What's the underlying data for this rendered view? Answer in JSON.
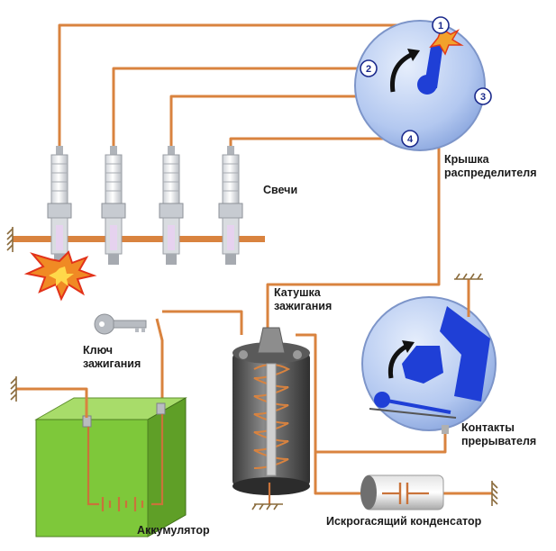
{
  "labels": {
    "distributor_cap": [
      "Крышка",
      "распределителя"
    ],
    "spark_plugs": "Свечи",
    "ignition_coil": [
      "Катушка",
      "зажигания"
    ],
    "ignition_key": [
      "Ключ",
      "зажигания"
    ],
    "breaker_contacts": [
      "Контакты",
      "прерывателя"
    ],
    "battery": "Аккумулятор",
    "capacitor": "Искрогасящий конденсатор"
  },
  "distributor_terminals": [
    "1",
    "2",
    "3",
    "4"
  ],
  "colors": {
    "wire": "#d9833f",
    "distributor_body": "#b9cdf2",
    "rotor": "#1f3fd6",
    "battery_green": "#7ec83a",
    "spark": "#e8321e"
  }
}
